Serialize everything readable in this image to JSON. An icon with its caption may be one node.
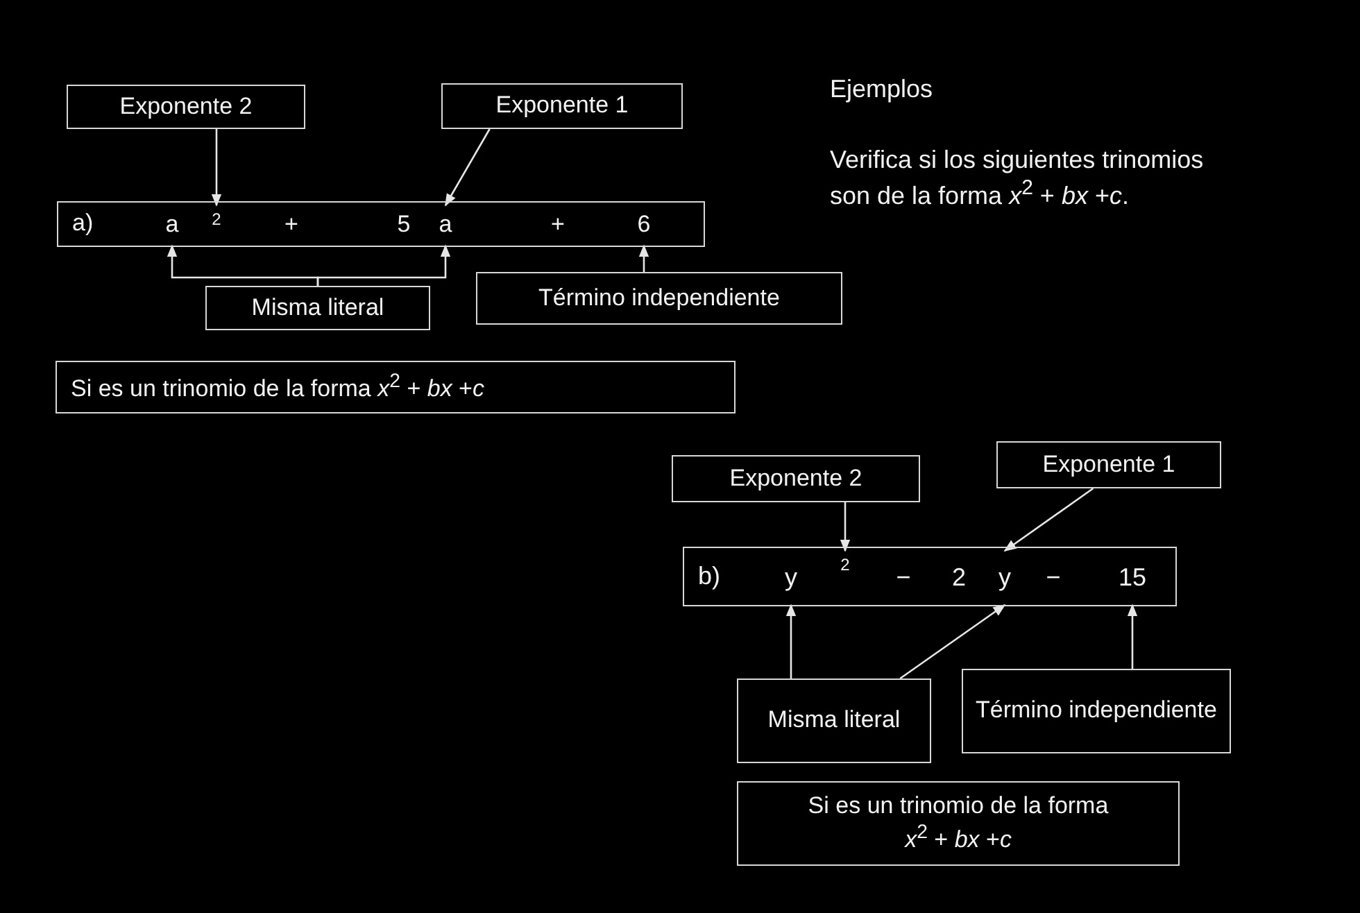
{
  "diagram": {
    "title": "Ejemplos",
    "nodes": [
      {
        "text": [
          "Exponente 2"
        ]
      },
      {
        "text": [
          "Exponente 1"
        ]
      },
      {
        "text": [
          "a)"
        ]
      },
      {
        "text": [
          "a"
        ],
        "in": 2
      },
      {
        "text": [
          "2"
        ],
        "in": 2
      },
      {
        "text": [
          "+"
        ],
        "in": 2
      },
      {
        "text": [
          "5"
        ],
        "in": 2
      },
      {
        "text": [
          "a"
        ],
        "in": 2
      },
      {
        "text": [
          "+"
        ],
        "in": 2
      },
      {
        "text": [
          "6"
        ],
        "in": 2
      },
      {
        "text": [
          "Misma literal"
        ]
      },
      {
        "text": [
          "Término independiente"
        ]
      },
      {
        "text": [
          "Si es un trinomio de la forma *x*$^{2}$ + *bx* +*c*"
        ]
      },
      {
        "text": [
          "Exponente 2"
        ]
      },
      {
        "text": [
          "Exponente 1"
        ]
      },
      {
        "text": [
          "b)"
        ]
      },
      {
        "text": [
          "y"
        ],
        "in": 15
      },
      {
        "text": [
          "2"
        ],
        "in": 15
      },
      {
        "text": [
          "−"
        ],
        "in": 15
      },
      {
        "text": [
          "2"
        ],
        "in": 15
      },
      {
        "text": [
          "y"
        ],
        "in": 15
      },
      {
        "text": [
          "−"
        ],
        "in": 15
      },
      {
        "text": [
          "15"
        ],
        "in": 15
      },
      {
        "text": [
          "Misma literal"
        ]
      },
      {
        "text": [
          "Término independiente"
        ]
      },
      {
        "text": [
          "Si es un trinomio de la forma *x*$^{2}$ + *bx* +*c*"
        ]
      }
    ],
    "edges": [
      {
        "from": 0,
        "to": 4,
        "arrow": "to"
      },
      {
        "from": 1,
        "to": 7,
        "arrow": "to"
      },
      {
        "from": 10,
        "to": 3,
        "arrow": "to"
      },
      {
        "from": 10,
        "to": 7,
        "arrow": "to"
      },
      {
        "from": 11,
        "to": 9,
        "arrow": "to"
      },
      {
        "from": 13,
        "to": 17,
        "arrow": "to"
      },
      {
        "from": 14,
        "to": 20,
        "arrow": "to"
      },
      {
        "from": 23,
        "to": 16,
        "arrow": "to"
      },
      {
        "from": 23,
        "to": 20,
        "arrow": "to"
      },
      {
        "from": 24,
        "to": 22,
        "arrow": "to"
      }
    ],
    "labels": [
      "Verifica si los siguientes trinomios son de la forma *x*$^{2}$ + *bx* +*c*."
    ]
  }
}
